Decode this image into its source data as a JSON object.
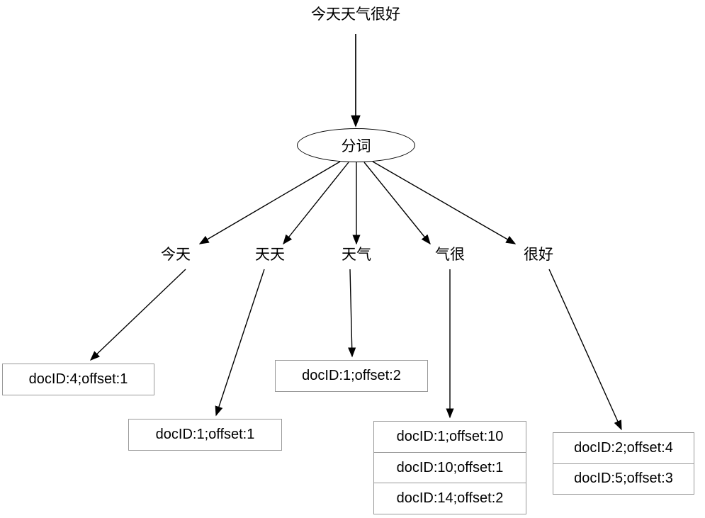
{
  "diagram": {
    "title": "今天天气很好",
    "analyzer_node": "分词",
    "terms": [
      {
        "label": "今天"
      },
      {
        "label": "天天"
      },
      {
        "label": "天气"
      },
      {
        "label": "气很"
      },
      {
        "label": "很好"
      }
    ],
    "posting_lists": [
      {
        "term": "今天",
        "entries": [
          "docID:4;offset:1"
        ]
      },
      {
        "term": "天天",
        "entries": [
          "docID:1;offset:1"
        ]
      },
      {
        "term": "天气",
        "entries": [
          "docID:1;offset:2"
        ]
      },
      {
        "term": "气很",
        "entries": [
          "docID:1;offset:10",
          "docID:10;offset:1",
          "docID:14;offset:2"
        ]
      },
      {
        "term": "很好",
        "entries": [
          "docID:2;offset:4",
          "docID:5;offset:3"
        ]
      }
    ],
    "colors": {
      "edge": "#000000",
      "box_border": "#999999",
      "node_border": "#000000",
      "background": "#ffffff",
      "text": "#000000"
    }
  }
}
